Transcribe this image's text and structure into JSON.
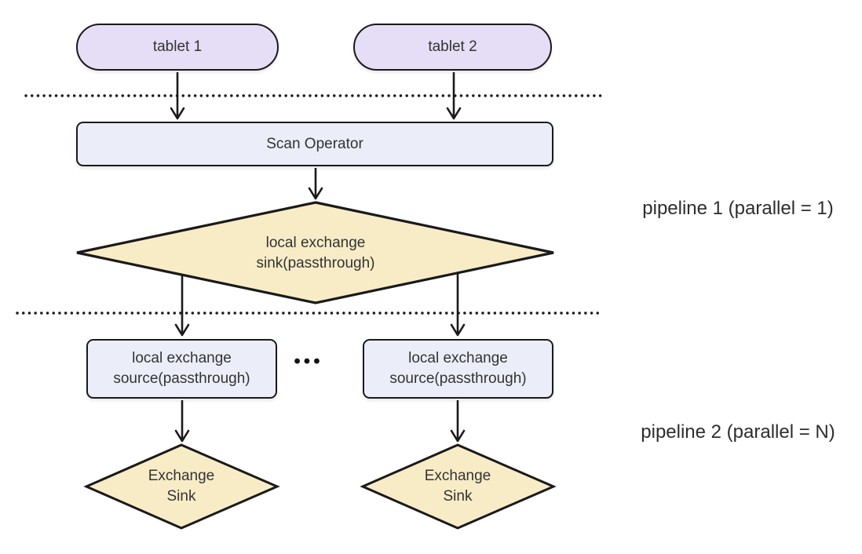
{
  "colors": {
    "background": "#ffffff",
    "tablet_fill": "#e6def6",
    "box_fill": "#ebeef8",
    "diamond_fill": "#f8ecc7",
    "stroke": "#1a1a1a",
    "node_text": "#333333",
    "label_text": "#2d2d2d"
  },
  "nodes": {
    "tablet1": {
      "label": "tablet 1"
    },
    "tablet2": {
      "label": "tablet 2"
    },
    "scan_operator": {
      "label": "Scan Operator"
    },
    "local_exchange_sink": {
      "line1": "local exchange",
      "line2": "sink(passthrough)"
    },
    "local_exchange_source_left": {
      "line1": "local exchange",
      "line2": "source(passthrough)"
    },
    "local_exchange_source_right": {
      "line1": "local exchange",
      "line2": "source(passthrough)"
    },
    "exchange_sink_left": {
      "line1": "Exchange",
      "line2": "Sink"
    },
    "exchange_sink_right": {
      "line1": "Exchange",
      "line2": "Sink"
    },
    "ellipsis": "•••"
  },
  "annotations": {
    "pipeline1_label": "pipeline 1 (parallel = 1)",
    "pipeline2_label": "pipeline 2 (parallel = N)"
  }
}
